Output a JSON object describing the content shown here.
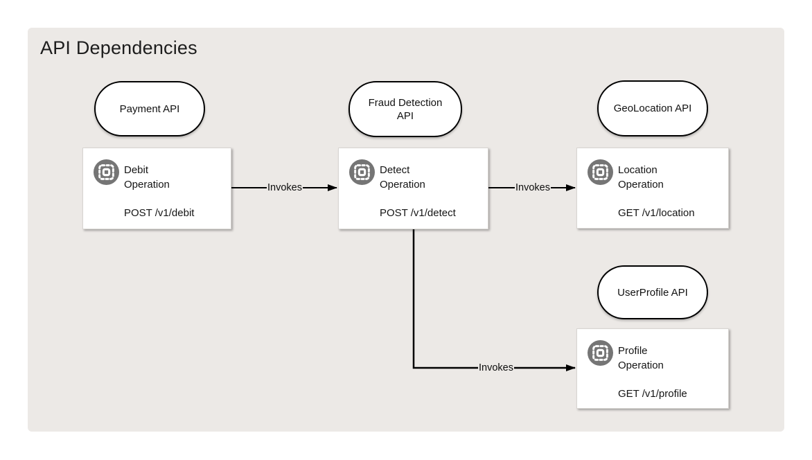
{
  "title": "API Dependencies",
  "apis": [
    {
      "id": "payment",
      "label": "Payment API"
    },
    {
      "id": "fraud",
      "label": "Fraud Detection API"
    },
    {
      "id": "geo",
      "label": "GeoLocation API"
    },
    {
      "id": "user",
      "label": "UserProfile API"
    }
  ],
  "operations": [
    {
      "id": "debit",
      "name": "Debit Operation",
      "endpoint": "POST /v1/debit",
      "icon": "operation-icon"
    },
    {
      "id": "detect",
      "name": "Detect Operation",
      "endpoint": "POST /v1/detect",
      "icon": "operation-icon"
    },
    {
      "id": "location",
      "name": "Location Operation",
      "endpoint": "GET /v1/location",
      "icon": "operation-icon"
    },
    {
      "id": "profile",
      "name": "Profile Operation",
      "endpoint": "GET /v1/profile",
      "icon": "operation-icon"
    }
  ],
  "edges": [
    {
      "from": "debit",
      "to": "detect",
      "label": "Invokes"
    },
    {
      "from": "detect",
      "to": "location",
      "label": "Invokes"
    },
    {
      "from": "detect",
      "to": "profile",
      "label": "Invokes"
    }
  ],
  "colors": {
    "canvas": "#ECE9E6",
    "node_bg": "#FFFFFF",
    "node_border": "#000000",
    "edge_line": "#000000",
    "icon_circle": "#757575",
    "icon_glyph": "#FFFFFF"
  }
}
